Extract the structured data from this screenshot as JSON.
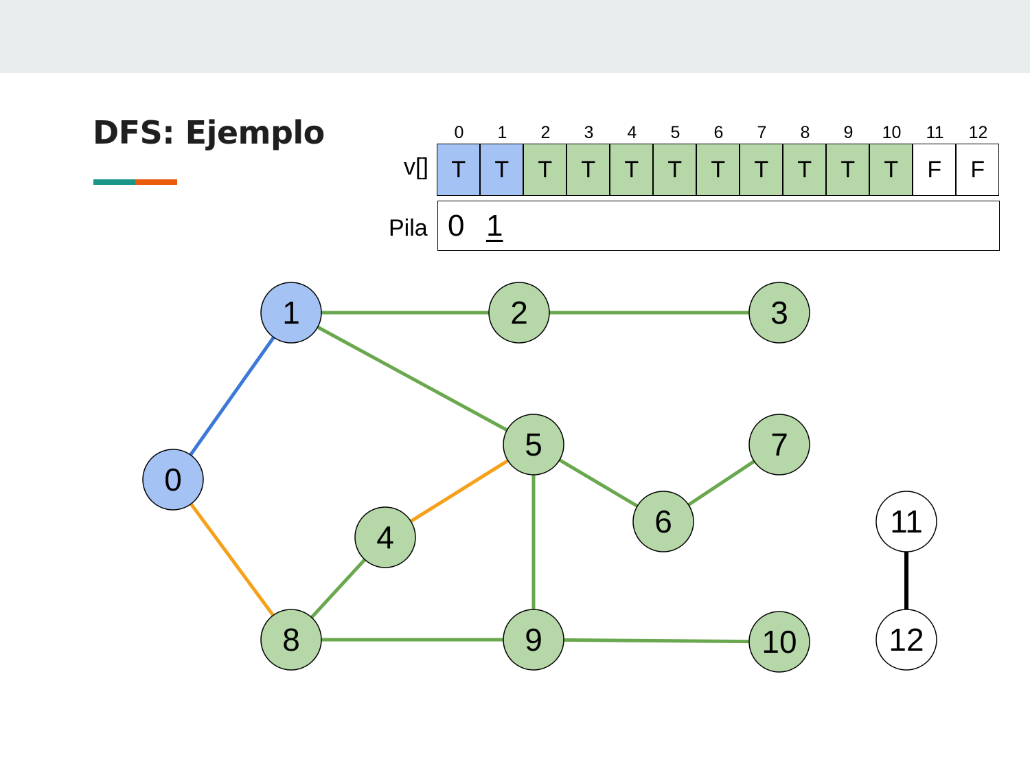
{
  "title": "DFS: Ejemplo",
  "colors": {
    "current": "#a4c2f4",
    "visited": "#b6d7a8",
    "unvisited": "#ffffff",
    "edge_current": "#3c78d8",
    "edge_tree": "#6aa84f",
    "edge_pending": "#f6a11b",
    "edge_default": "#000000",
    "accent_teal": "#1a9587",
    "accent_orange": "#e95a0c"
  },
  "visited_array": {
    "label": "v[]",
    "indices": [
      "0",
      "1",
      "2",
      "3",
      "4",
      "5",
      "6",
      "7",
      "8",
      "9",
      "10",
      "11",
      "12"
    ],
    "values": [
      "T",
      "T",
      "T",
      "T",
      "T",
      "T",
      "T",
      "T",
      "T",
      "T",
      "T",
      "F",
      "F"
    ],
    "states": [
      "current",
      "current",
      "visited",
      "visited",
      "visited",
      "visited",
      "visited",
      "visited",
      "visited",
      "visited",
      "visited",
      "unvisited",
      "unvisited"
    ]
  },
  "stack": {
    "label": "Pila",
    "items": [
      "0",
      "1"
    ],
    "top_index": 1
  },
  "graph": {
    "nodes": [
      {
        "id": "0",
        "state": "current"
      },
      {
        "id": "1",
        "state": "current"
      },
      {
        "id": "2",
        "state": "visited"
      },
      {
        "id": "3",
        "state": "visited"
      },
      {
        "id": "4",
        "state": "visited"
      },
      {
        "id": "5",
        "state": "visited"
      },
      {
        "id": "6",
        "state": "visited"
      },
      {
        "id": "7",
        "state": "visited"
      },
      {
        "id": "8",
        "state": "visited"
      },
      {
        "id": "9",
        "state": "visited"
      },
      {
        "id": "10",
        "state": "visited"
      },
      {
        "id": "11",
        "state": "unvisited"
      },
      {
        "id": "12",
        "state": "unvisited"
      }
    ],
    "edges": [
      {
        "from": "0",
        "to": "1",
        "kind": "current"
      },
      {
        "from": "0",
        "to": "8",
        "kind": "pending"
      },
      {
        "from": "1",
        "to": "2",
        "kind": "tree"
      },
      {
        "from": "2",
        "to": "3",
        "kind": "tree"
      },
      {
        "from": "1",
        "to": "5",
        "kind": "tree"
      },
      {
        "from": "5",
        "to": "4",
        "kind": "pending"
      },
      {
        "from": "5",
        "to": "6",
        "kind": "tree"
      },
      {
        "from": "6",
        "to": "7",
        "kind": "tree"
      },
      {
        "from": "5",
        "to": "9",
        "kind": "tree"
      },
      {
        "from": "4",
        "to": "8",
        "kind": "tree"
      },
      {
        "from": "8",
        "to": "9",
        "kind": "tree"
      },
      {
        "from": "9",
        "to": "10",
        "kind": "tree"
      },
      {
        "from": "11",
        "to": "12",
        "kind": "default"
      }
    ]
  }
}
